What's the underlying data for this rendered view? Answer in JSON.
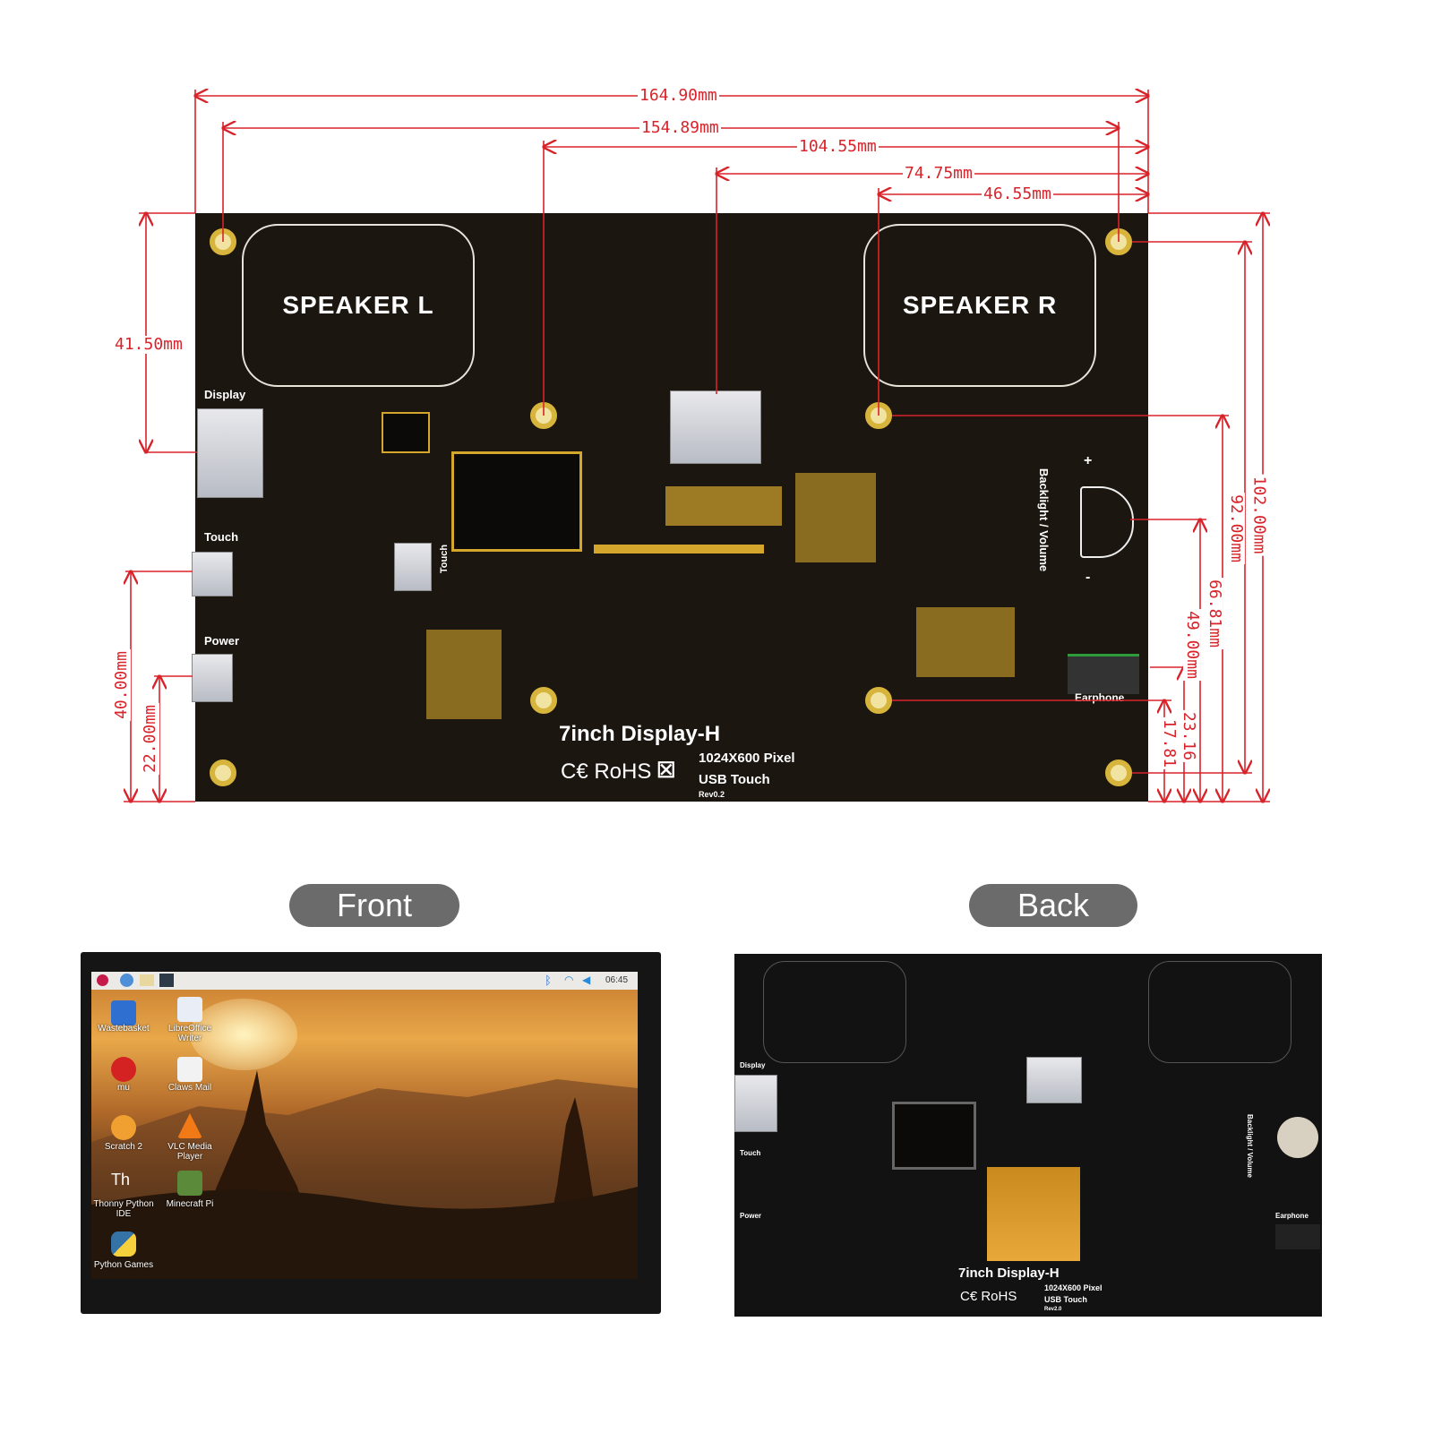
{
  "dimensions": {
    "width_overall": "164.90mm",
    "hole_spacing_x": "154.89mm",
    "hole_inner_x": "104.55mm",
    "hdmi_offset_x": "74.75mm",
    "hole_right_x": "46.55mm",
    "hdmi_left_y": "41.50mm",
    "touch_y": "40.00mm",
    "power_y": "22.00mm",
    "height_overall": "102.00mm",
    "hole_spacing_y": "92.00mm",
    "hole_inner_y": "66.81mm",
    "knob_y": "49.00mm",
    "earphone_y": "23.16",
    "hole_bottom_y": "17.81"
  },
  "board": {
    "speaker_left": "SPEAKER L",
    "speaker_right": "SPEAKER R",
    "port_display": "Display",
    "port_touch": "Touch",
    "port_power": "Power",
    "touch_small": "Touch",
    "backlight_volume": "Backlight / Volume",
    "plus": "+",
    "minus": "-",
    "earphone": "Earphone",
    "model": "7inch Display-H",
    "certs": "C€ RoHS",
    "resolution": "1024X600 Pixel",
    "touch_type": "USB Touch",
    "revision": "Rev0.2"
  },
  "views": {
    "front": "Front",
    "back": "Back"
  },
  "desktop": {
    "clock": "06:45",
    "icons": [
      "Wastebasket",
      "LibreOffice Writer",
      "mu",
      "Claws Mail",
      "Scratch 2",
      "VLC Media Player",
      "Thonny Python IDE",
      "Minecraft Pi",
      "Python Games"
    ]
  },
  "back_board": {
    "model": "7inch Display-H",
    "certs": "C€ RoHS",
    "resolution": "1024X600 Pixel",
    "touch_type": "USB Touch",
    "revision": "Rev2.0",
    "port_display": "Display",
    "port_touch": "Touch",
    "port_power": "Power",
    "earphone": "Earphone",
    "backlight_volume": "Backlight / Volume"
  },
  "colors": {
    "dimension": "#d8232a",
    "pcb": "#1c1611",
    "gold": "#d4a72c"
  }
}
